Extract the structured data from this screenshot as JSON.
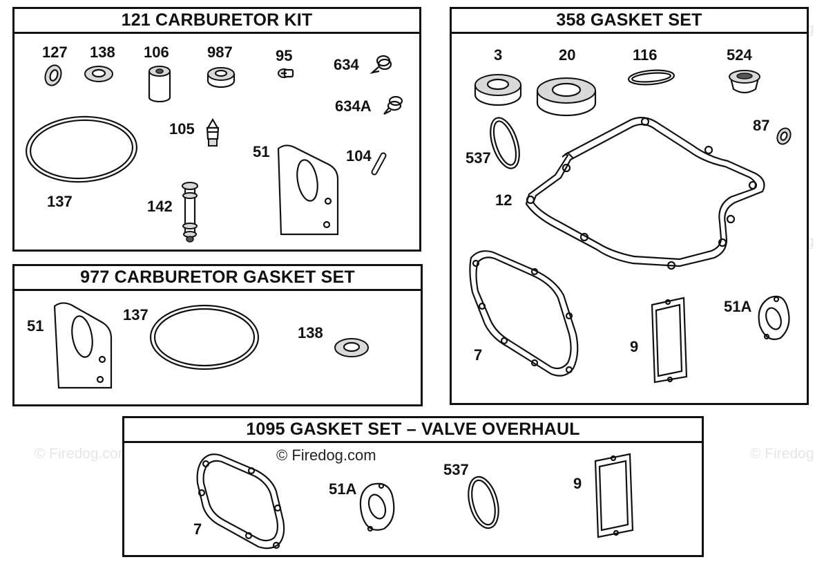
{
  "watermark": {
    "text": "© Firedog.com",
    "center_text": "© Firedog.com"
  },
  "kit_121": {
    "title": "121 CARBURETOR KIT",
    "labels": {
      "p127": "127",
      "p138": "138",
      "p106": "106",
      "p987": "987",
      "p95": "95",
      "p634": "634",
      "p634a": "634A",
      "p105": "105",
      "p137": "137",
      "p142": "142",
      "p51": "51",
      "p104": "104"
    },
    "icons": [
      "seal-127-icon",
      "washer-138-icon",
      "bushing-106-icon",
      "bushing-987-icon",
      "screw-95-icon",
      "spring-634-icon",
      "spring-634a-icon",
      "needle-valve-105-icon",
      "o-ring-137-icon",
      "tube-142-icon",
      "gasket-51-icon",
      "pin-104-icon"
    ]
  },
  "gasket_358": {
    "title": "358 GASKET SET",
    "labels": {
      "p3": "3",
      "p20": "20",
      "p116": "116",
      "p524": "524",
      "p87": "87",
      "p537": "537",
      "p12": "12",
      "p7": "7",
      "p9": "9",
      "p51a": "51A"
    },
    "icons": [
      "seal-3-icon",
      "seal-20-icon",
      "o-ring-116-icon",
      "plug-524-icon",
      "seal-87-icon",
      "o-ring-537-icon",
      "crankcase-gasket-12-icon",
      "head-gasket-7-icon",
      "breather-gasket-9-icon",
      "gasket-51a-icon"
    ]
  },
  "kit_977": {
    "title": "977 CARBURETOR GASKET SET",
    "labels": {
      "p51": "51",
      "p137": "137",
      "p138": "138"
    },
    "icons": [
      "gasket-51-icon",
      "o-ring-137-icon",
      "washer-138-icon"
    ]
  },
  "kit_1095": {
    "title": "1095 GASKET SET – VALVE OVERHAUL",
    "labels": {
      "p7": "7",
      "p51a": "51A",
      "p537": "537",
      "p9": "9"
    },
    "icons": [
      "head-gasket-7-icon",
      "gasket-51a-icon",
      "o-ring-537-icon",
      "breather-gasket-9-icon"
    ]
  }
}
